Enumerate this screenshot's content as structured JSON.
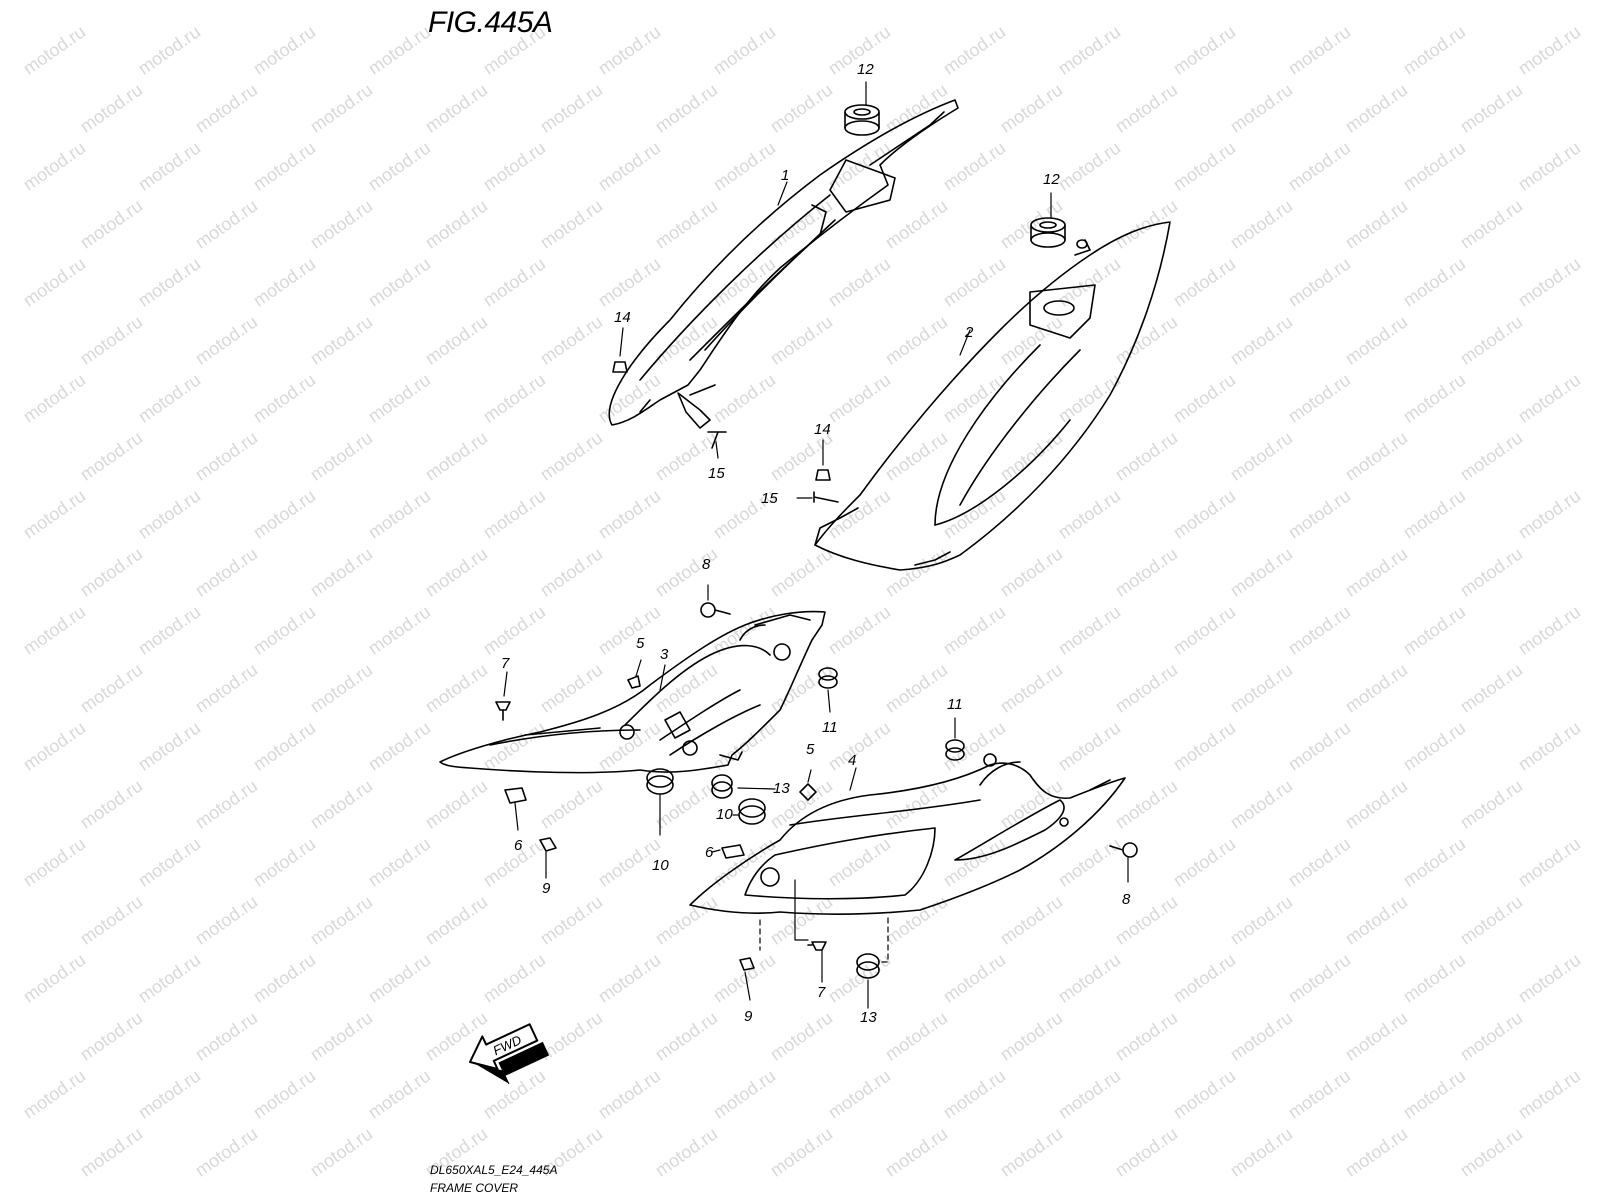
{
  "figure": {
    "title": "FIG.445A",
    "code": "DL650XAL5_E24_445A",
    "caption": "FRAME COVER",
    "watermark": "motod.ru",
    "direction_label": "FWD"
  },
  "callouts": [
    "1",
    "2",
    "3",
    "4",
    "5",
    "5",
    "6",
    "6",
    "7",
    "7",
    "8",
    "8",
    "9",
    "9",
    "10",
    "10",
    "11",
    "11",
    "12",
    "12",
    "13",
    "13",
    "14",
    "14",
    "15",
    "15"
  ]
}
